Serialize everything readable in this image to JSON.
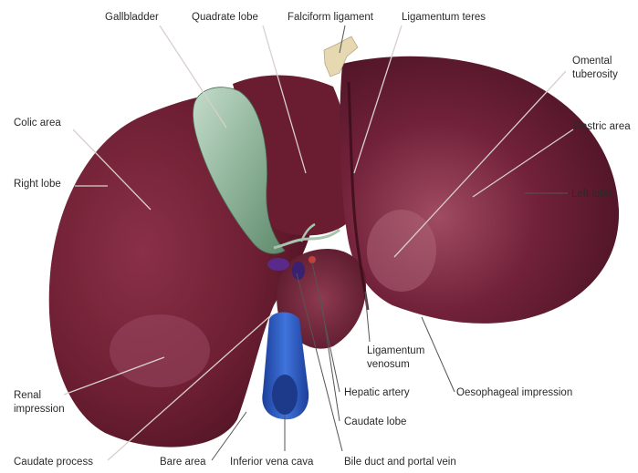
{
  "colors": {
    "liver": "#6e1f33",
    "liver_dark": "#4a1222",
    "liver_highlight": "#b0657a",
    "gallbladder": "#8fb49a",
    "vena_cava": "#2f5fc4",
    "ligament": "#e6d8b0"
  },
  "labels": {
    "gallbladder": "Gallbladder",
    "quadrate_lobe": "Quadrate lobe",
    "falciform_ligament": "Falciform ligament",
    "ligamentum_teres": "Ligamentum teres",
    "omental_tuberosity_1": "Omental",
    "omental_tuberosity_2": "tuberosity",
    "colic_area": "Colic area",
    "gastric_area": "Gastric area",
    "right_lobe": "Right lobe",
    "left_lobe": "Left lobe",
    "ligamentum_venosum_1": "Ligamentum",
    "ligamentum_venosum_2": "venosum",
    "renal_impression_1": "Renal",
    "renal_impression_2": "impression",
    "hepatic_artery": "Hepatic artery",
    "oesophageal_impression": "Oesophageal impression",
    "caudate_lobe": "Caudate lobe",
    "caudate_process": "Caudate process",
    "bare_area": "Bare area",
    "inferior_vena_cava": "Inferior vena cava",
    "bile_duct_portal_vein": "Bile duct and portal vein"
  }
}
